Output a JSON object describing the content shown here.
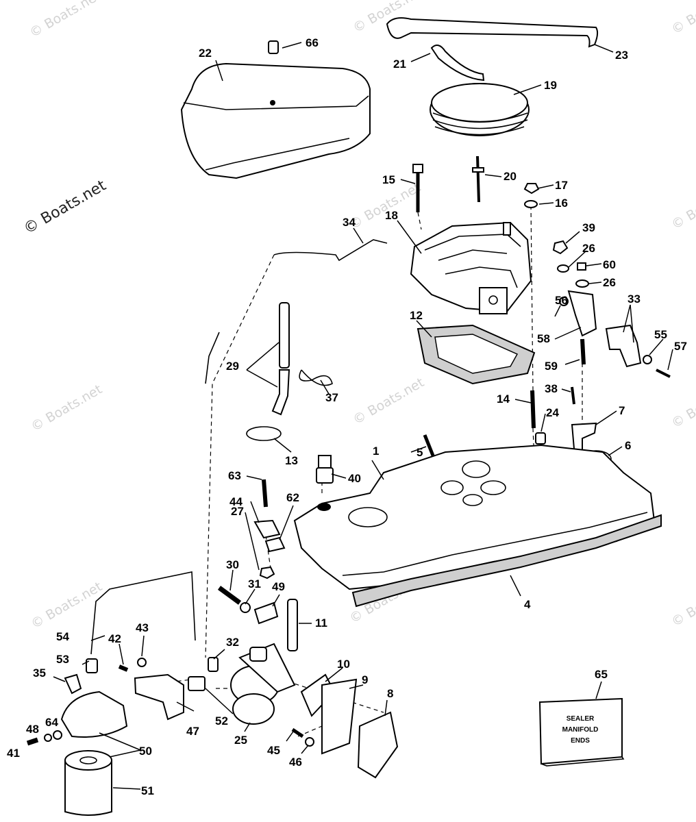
{
  "watermark": {
    "text": "© Boats.net"
  },
  "labels": [
    "1",
    "4",
    "5",
    "6",
    "7",
    "8",
    "9",
    "10",
    "11",
    "12",
    "13",
    "14",
    "15",
    "16",
    "17",
    "18",
    "19",
    "20",
    "21",
    "22",
    "23",
    "24",
    "25",
    "26",
    "26",
    "27",
    "29",
    "30",
    "31",
    "32",
    "33",
    "34",
    "35",
    "37",
    "38",
    "39",
    "40",
    "41",
    "42",
    "43",
    "44",
    "45",
    "46",
    "47",
    "48",
    "49",
    "50",
    "51",
    "52",
    "53",
    "54",
    "55",
    "56",
    "57",
    "58",
    "59",
    "60",
    "62",
    "63",
    "64",
    "65",
    "66"
  ],
  "sealer_box": {
    "line1": "SEALER",
    "line2": "MANIFOLD",
    "line3": "ENDS"
  }
}
